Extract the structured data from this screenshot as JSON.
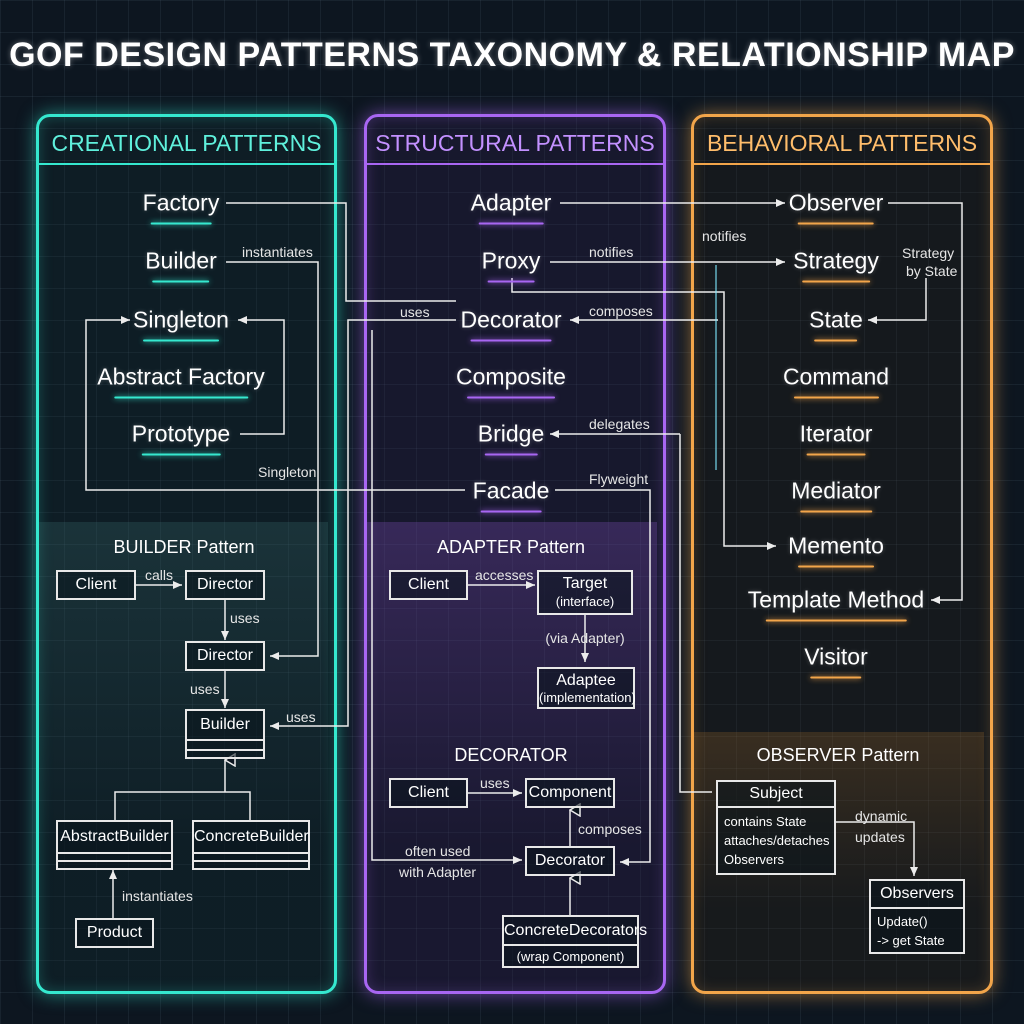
{
  "title": "GOF DESIGN PATTERNS TAXONOMY & RELATIONSHIP MAP",
  "columns": {
    "creational": {
      "header": "CREATIONAL PATTERNS",
      "patterns": [
        "Factory",
        "Builder",
        "Singleton",
        "Abstract Factory",
        "Prototype"
      ],
      "section": "BUILDER Pattern",
      "boxes": {
        "client": "Client",
        "director1": "Director",
        "director2": "Director",
        "builder": "Builder",
        "abstract_builder": "AbstractBuilder",
        "concrete_builder": "ConcreteBuilder",
        "product": "Product"
      },
      "labels": {
        "calls": "calls",
        "uses1": "uses",
        "uses2": "uses",
        "instantiates": "instantiates"
      }
    },
    "structural": {
      "header": "STRUCTURAL PATTERNS",
      "patterns": [
        "Adapter",
        "Proxy",
        "Decorator",
        "Composite",
        "Bridge",
        "Facade"
      ],
      "section_adapter": "ADAPTER Pattern",
      "section_decorator": "DECORATOR",
      "boxes": {
        "client1": "Client",
        "target": "Target",
        "target_sub": "(interface)",
        "adaptee": "Adaptee",
        "adaptee_sub": "(implementation)",
        "client2": "Client",
        "component": "Component",
        "decorator": "Decorator",
        "concrete_decorators": "ConcreteDecorators",
        "concrete_decorators_sub": "(wrap Component)"
      },
      "labels": {
        "accesses": "accesses",
        "via_adapter": "(via Adapter)",
        "uses": "uses",
        "composes": "composes",
        "often_used": "often used",
        "with_adapter": "with Adapter"
      }
    },
    "behavioral": {
      "header": "BEHAVIORAL PATTERNS",
      "patterns": [
        "Observer",
        "Strategy",
        "State",
        "Command",
        "Iterator",
        "Mediator",
        "Memento",
        "Template Method",
        "Visitor"
      ],
      "section": "OBSERVER Pattern",
      "boxes": {
        "subject": "Subject",
        "subject_body": [
          "contains State",
          "attaches/detaches",
          "Observers"
        ],
        "observers": "Observers",
        "observers_body": [
          "Update()",
          "-> get State"
        ]
      },
      "labels": {
        "dynamic": "dynamic",
        "updates": "updates"
      }
    }
  },
  "relations": {
    "instantiates": "instantiates",
    "notifies_proxy": "notifies",
    "notifies_top": "notifies",
    "strategy_by": "Strategy",
    "by_state": "by State",
    "uses_decorator": "uses",
    "composes_decorator": "composes",
    "delegates": "delegates",
    "singleton": "Singleton",
    "flyweight": "Flyweight",
    "uses_builder": "uses"
  },
  "colors": {
    "creational": "#35e8cf",
    "structural": "#a866f2",
    "behavioral": "#f2a54a",
    "background": "#0d1620"
  }
}
